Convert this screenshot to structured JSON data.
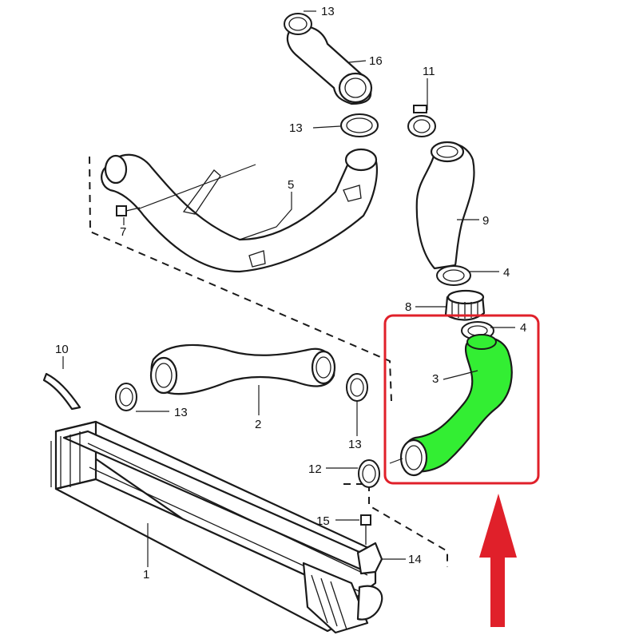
{
  "colors": {
    "highlight_fill": "#33ee33",
    "frame": "#e0202a",
    "arrow": "#e0202a"
  },
  "labels": {
    "p1": "1",
    "p2": "2",
    "p3": "3",
    "p4a": "4",
    "p4b": "4",
    "p5": "5",
    "p7": "7",
    "p8": "8",
    "p9": "9",
    "p10": "10",
    "p11": "11",
    "p12": "12",
    "p13a": "13",
    "p13b": "13",
    "p13c": "13",
    "p13d": "13",
    "p14": "14",
    "p15": "15",
    "p16": "16"
  },
  "callout": {
    "highlighted_part": "3",
    "arrow_icon": "arrow-up-icon"
  }
}
